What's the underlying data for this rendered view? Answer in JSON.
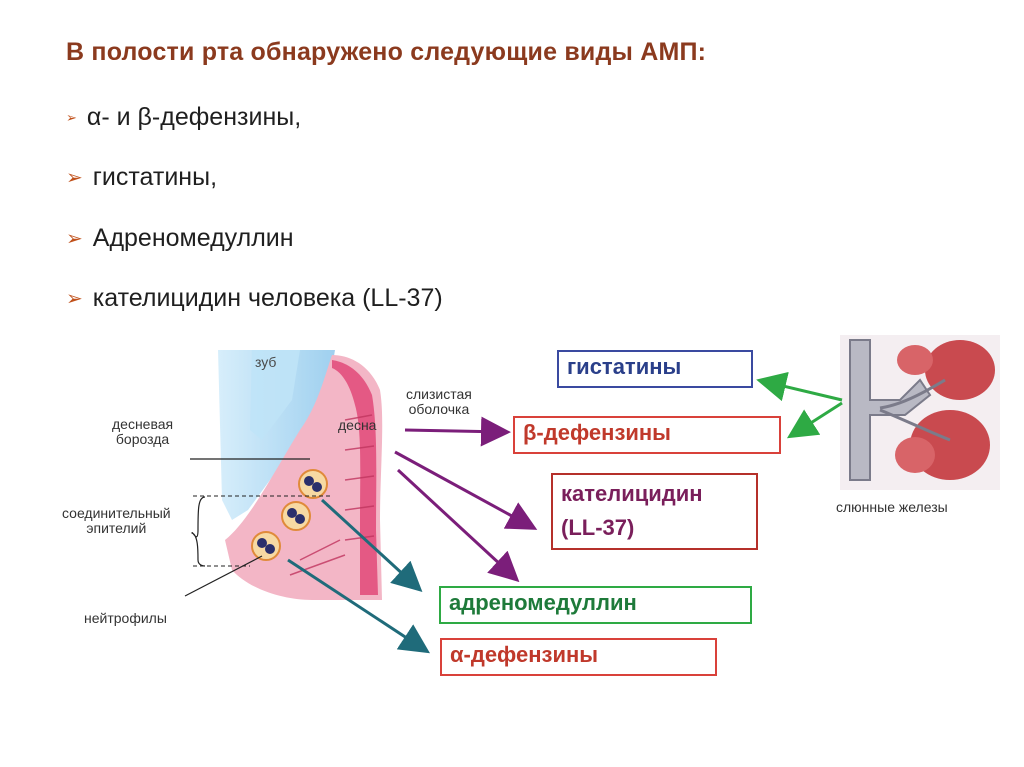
{
  "title": "В полости рта обнаружено следующие виды АМП:",
  "bullets": [
    "α- и β-дефензины,",
    "гистатины,",
    "Адреномедуллин",
    "кателицидин человека (LL-37)"
  ],
  "diagram": {
    "labels": {
      "tooth": "зуб",
      "mucosa_1": "слизистая",
      "mucosa_2": "оболочка",
      "gum": "десна",
      "gingival_sulcus_1": "десневая",
      "gingival_sulcus_2": "борозда",
      "junctional_epithelium_1": "соединительный",
      "junctional_epithelium_2": "эпителий",
      "neutrophils": "нейтрофилы",
      "salivary_glands": "слюнные железы"
    },
    "boxes": {
      "histatins": "гистатины",
      "beta_defensins": "β-дефензины",
      "cathelicidin_1": "кателицидин",
      "cathelicidin_2": "(LL-37)",
      "adrenomedullin": "адреномедуллин",
      "alpha_defensins": "α-дефензины"
    },
    "colors": {
      "histatins": "#2a3f8a",
      "defensins": "#c0392b",
      "cathelicidin": "#7a1f5b",
      "adrenomedullin": "#1e7a3a",
      "arrow_purple": "#7b1e7a",
      "arrow_teal": "#1f6b7a",
      "arrow_green": "#2eaa44"
    }
  }
}
